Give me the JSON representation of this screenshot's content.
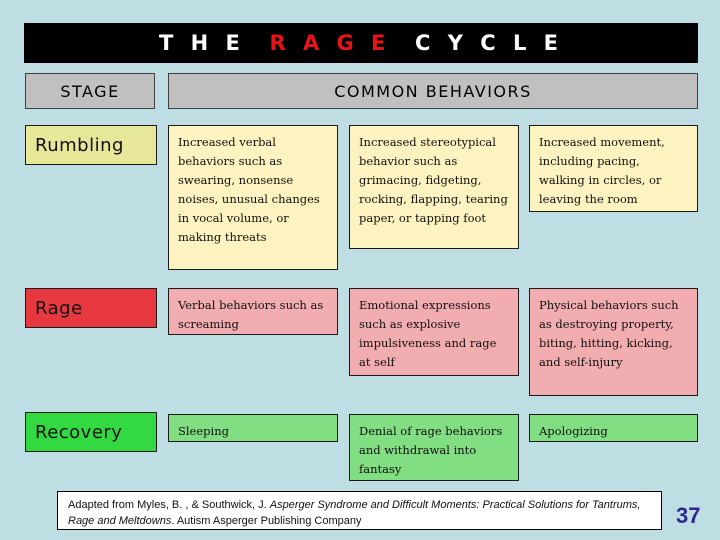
{
  "slide": {
    "background_color": "#bfdee4",
    "title": {
      "part1": "T H E ",
      "part_highlight": " R A G E ",
      "part2": " C Y C L E",
      "bar_color": "#000000",
      "highlight_color": "#e8131a",
      "text_color": "#ffffff"
    },
    "page_number": "37"
  },
  "table": {
    "headers": {
      "stage": "STAGE",
      "behaviors": "COMMON BEHAVIORS",
      "header_fill": "#c0c0c0"
    },
    "rows": [
      {
        "stage": "Rumbling",
        "stage_color": "#e7e79a",
        "cell_color": "#fdf3c0",
        "behaviors": [
          "Increased verbal behaviors such as swearing, nonsense noises, unusual changes in vocal volume, or making threats",
          "Increased stereotypical behavior such as grimacing, fidgeting, rocking, flapping, tearing paper, or tapping foot",
          "Increased movement, including pacing, walking in circles, or leaving the room"
        ]
      },
      {
        "stage": "Rage",
        "stage_color": "#e8383f",
        "cell_color": "#f2adb0",
        "behaviors": [
          "Verbal behaviors such as screaming",
          "Emotional expressions such as explosive impulsiveness and rage at self",
          "Physical behaviors such as destroying property, biting, hitting, kicking, and self-injury"
        ]
      },
      {
        "stage": "Recovery",
        "stage_color": "#33d940",
        "cell_color": "#81de82",
        "behaviors": [
          "Sleeping",
          "Denial of rage behaviors and withdrawal into fantasy",
          "Apologizing"
        ]
      }
    ]
  },
  "citation": {
    "lead": "Adapted from Myles, B. , & Southwick, J. ",
    "title_italic": "Asperger Syndrome and Difficult Moments: Practical Solutions for Tantrums, Rage and Meltdowns",
    "tail": ". Autism Asperger Publishing Company"
  }
}
